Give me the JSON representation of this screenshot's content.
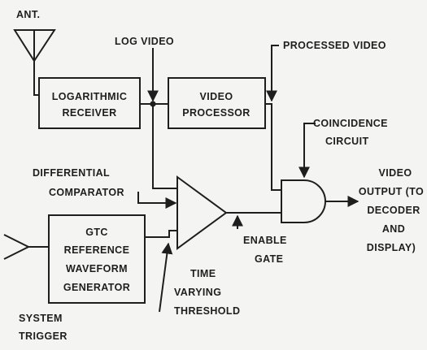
{
  "antenna": {
    "label": "ANT."
  },
  "signals": {
    "log_video": "LOG VIDEO",
    "processed_video": "PROCESSED VIDEO",
    "time_varying_threshold": [
      "TIME",
      "VARYING",
      "THRESHOLD"
    ],
    "system_trigger": [
      "SYSTEM",
      "TRIGGER"
    ],
    "enable_gate": [
      "ENABLE",
      "GATE"
    ]
  },
  "blocks": {
    "logarithmic_receiver": [
      "LOGARITHMIC",
      "RECEIVER"
    ],
    "video_processor": [
      "VIDEO",
      "PROCESSOR"
    ],
    "gtc_generator": [
      "GTC",
      "REFERENCE",
      "WAVEFORM",
      "GENERATOR"
    ],
    "differential_comparator": [
      "DIFFERENTIAL",
      "COMPARATOR"
    ],
    "coincidence_circuit": [
      "COINCIDENCE",
      "CIRCUIT"
    ]
  },
  "output": {
    "label": [
      "VIDEO",
      "OUTPUT (TO",
      "DECODER",
      "AND",
      "DISPLAY)"
    ]
  }
}
